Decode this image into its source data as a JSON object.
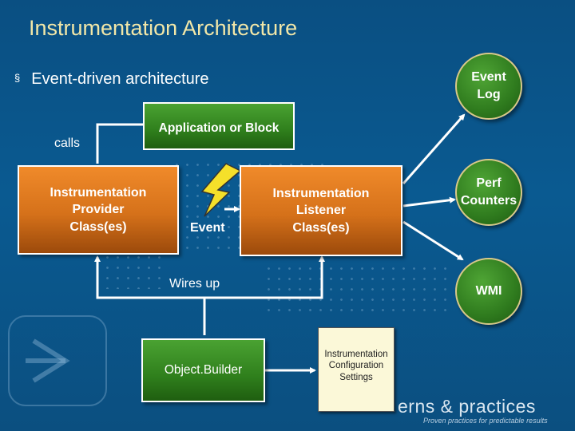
{
  "title": "Instrumentation Architecture",
  "bullet": "Event-driven architecture",
  "boxes": {
    "application": "Application or Block",
    "provider": [
      "Instrumentation",
      "Provider",
      "Class(es)"
    ],
    "listener": [
      "Instrumentation",
      "Listener",
      "Class(es)"
    ],
    "object_builder": "Object.Builder"
  },
  "labels": {
    "calls": "calls",
    "event": "Event",
    "wires_up": "Wires up"
  },
  "sinks": {
    "event_log": [
      "Event",
      "Log"
    ],
    "perf_counters": [
      "Perf",
      "Counters"
    ],
    "wmi": "WMI"
  },
  "config_note": [
    "Instrumentation",
    "Configuration",
    "Settings"
  ],
  "brand": {
    "name": "erns & practices",
    "tagline": "Proven practices for predictable results"
  },
  "colors": {
    "background": "#0a5a91",
    "title": "#f2e7a8",
    "provider_box": "#d5711a",
    "green_box": "#2f7f1c",
    "note": "#fbf8d8",
    "lightning": "#f5e02a"
  }
}
